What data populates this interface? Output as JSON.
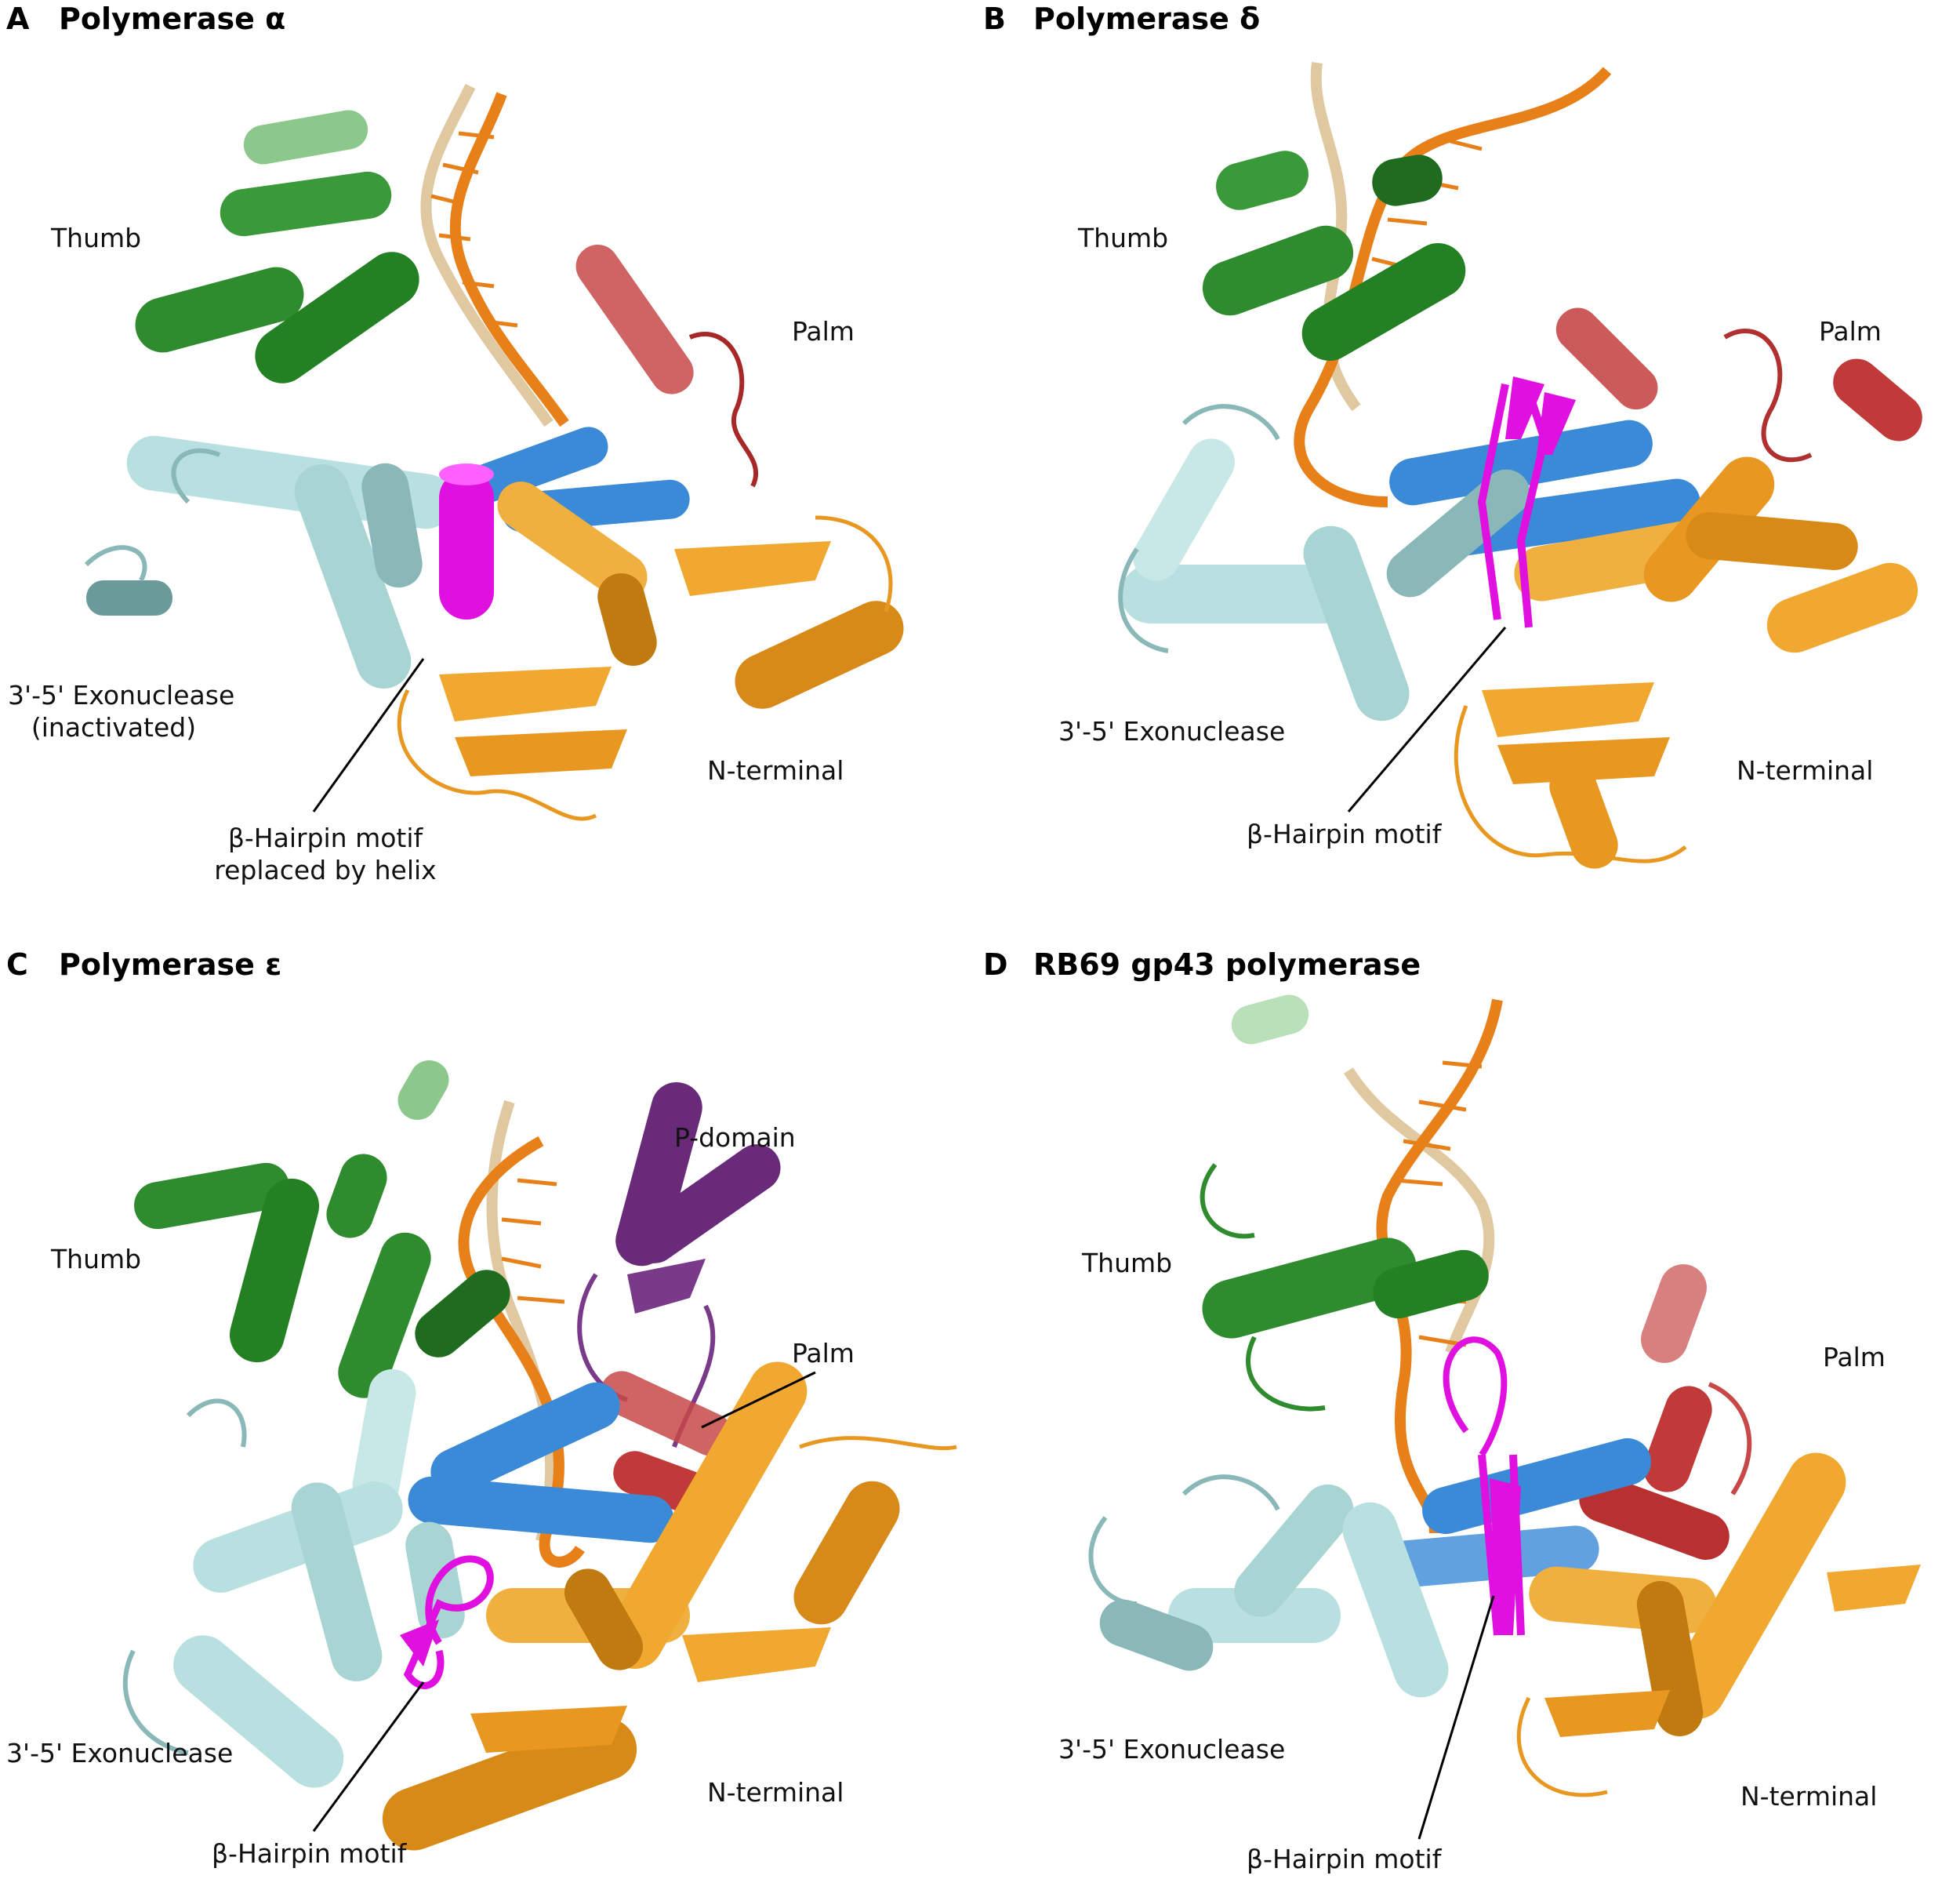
{
  "panels": [
    {
      "letter": "A",
      "title": "Polymerase α",
      "labels": {
        "thumb": "Thumb",
        "palm": "Palm",
        "exo": "3'-5' Exonuclease",
        "exo_note": "(inactivated)",
        "nterm": "N-terminal",
        "hairpin": "β-Hairpin motif",
        "hairpin_note": "replaced by helix"
      }
    },
    {
      "letter": "B",
      "title": "Polymerase δ",
      "labels": {
        "thumb": "Thumb",
        "palm": "Palm",
        "exo": "3'-5' Exonuclease",
        "nterm": "N-terminal",
        "hairpin": "β-Hairpin motif"
      }
    },
    {
      "letter": "C",
      "title": "Polymerase ε",
      "labels": {
        "thumb": "Thumb",
        "pdomain": "P-domain",
        "palm": "Palm",
        "exo": "3'-5' Exonuclease",
        "nterm": "N-terminal",
        "hairpin": "β-Hairpin motif"
      }
    },
    {
      "letter": "D",
      "title": "RB69 gp43 polymerase",
      "labels": {
        "thumb": "Thumb",
        "palm": "Palm",
        "exo": "3'-5' Exonuclease",
        "nterm": "N-terminal",
        "hairpin": "β-Hairpin motif"
      }
    }
  ],
  "colors": {
    "thumb": "#2e8b2e",
    "thumb_dark": "#1f6b1f",
    "exo": "#b8e0e0",
    "exo_dark": "#6a9a9a",
    "nterm": "#f0a830",
    "nterm_dark": "#c07a10",
    "palm": "#c03a3a",
    "fingers": "#3a8ad8",
    "hairpin": "#e010e0",
    "pdomain": "#6a2a7a",
    "dna_primer": "#e8801a",
    "dna_template": "#e0c8a0"
  }
}
